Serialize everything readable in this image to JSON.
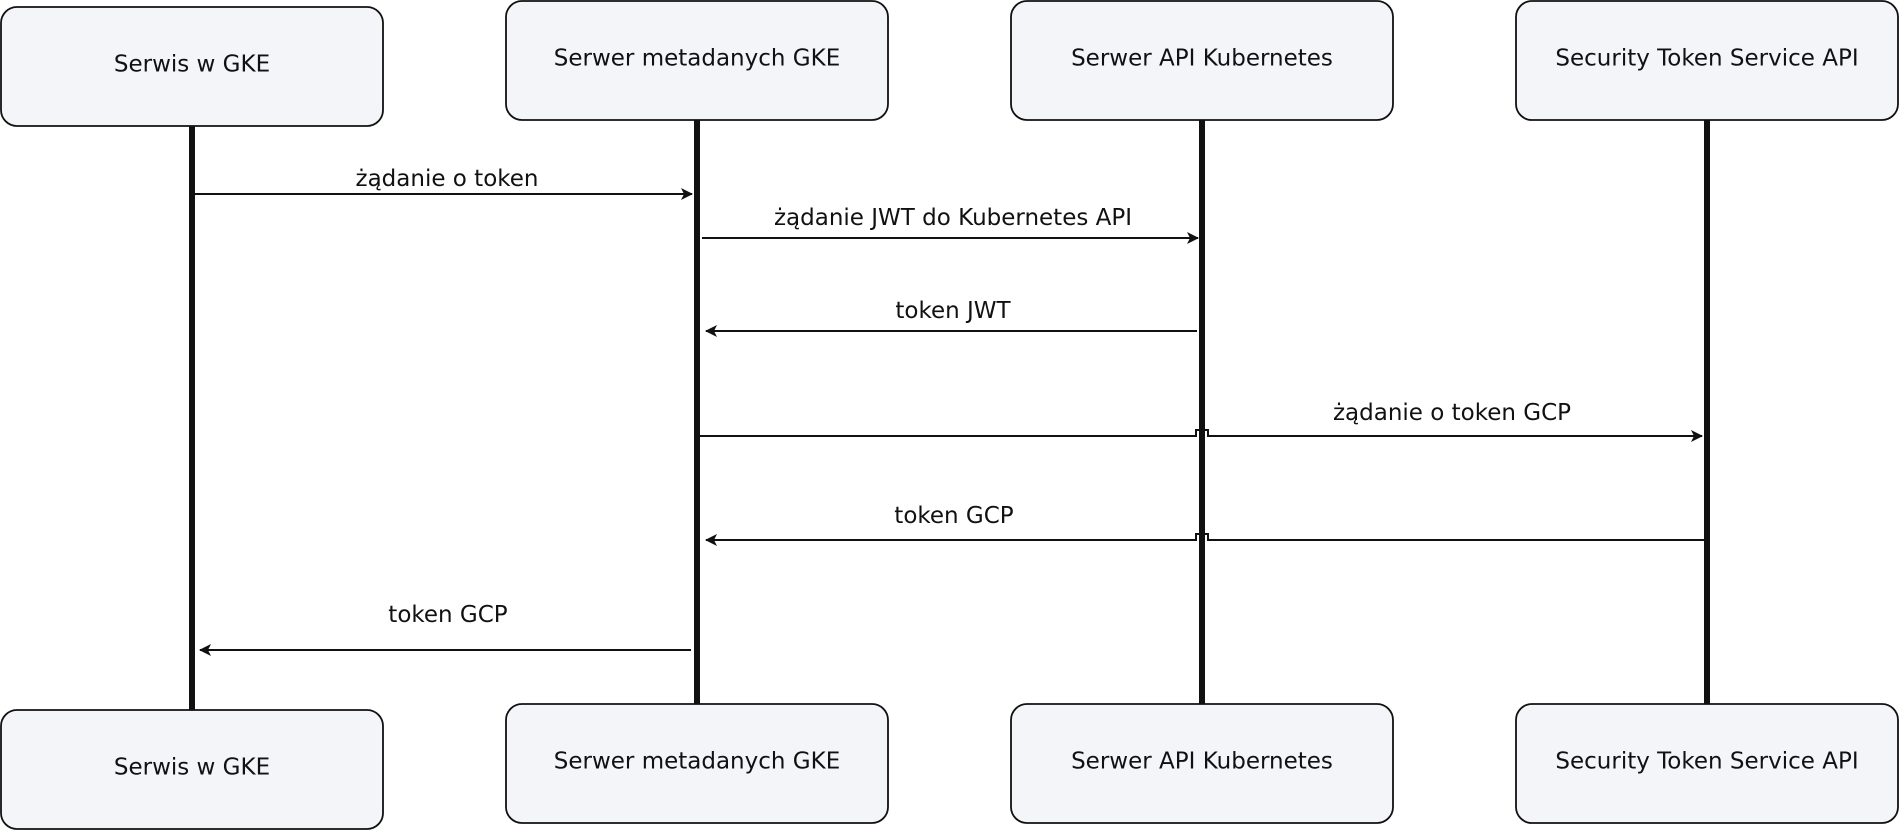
{
  "actors": [
    {
      "name": "Serwis w GKE"
    },
    {
      "name": "Serwer metadanych GKE"
    },
    {
      "name": "Serwer API Kubernetes"
    },
    {
      "name": "Security Token Service API"
    }
  ],
  "messages": [
    {
      "from": 0,
      "to": 1,
      "label": "żądanie o token"
    },
    {
      "from": 1,
      "to": 2,
      "label": "żądanie JWT do Kubernetes API"
    },
    {
      "from": 2,
      "to": 1,
      "label": "token JWT"
    },
    {
      "from": 1,
      "to": 3,
      "label": "żądanie o token GCP"
    },
    {
      "from": 3,
      "to": 1,
      "label": "token GCP"
    },
    {
      "from": 1,
      "to": 0,
      "label": "token GCP"
    }
  ]
}
